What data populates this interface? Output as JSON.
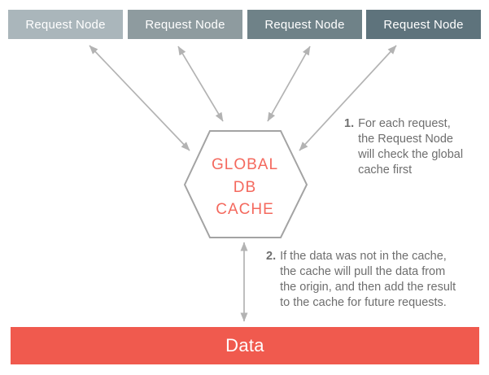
{
  "diagram": {
    "request_nodes": [
      {
        "label": "Request Node",
        "color": "#aab6bb"
      },
      {
        "label": "Request Node",
        "color": "#8e9b9f"
      },
      {
        "label": "Request Node",
        "color": "#6f8288"
      },
      {
        "label": "Request Node",
        "color": "#5e737c"
      }
    ],
    "hexagon": {
      "lines": [
        "GLOBAL",
        "DB",
        "CACHE"
      ],
      "text_color": "#f4695e",
      "border_color": "#a3a3a3",
      "fill": "#ffffff"
    },
    "annotations": {
      "note1": {
        "number": "1.",
        "lines": [
          "For each request,",
          "the Request Node",
          "will check the global",
          "cache first"
        ]
      },
      "note2": {
        "number": "2.",
        "lines": [
          "If the data was not in the cache,",
          "the cache will pull the data from",
          "the origin, and then add the result",
          "to the cache for future requests."
        ]
      }
    },
    "data_bar": {
      "label": "Data",
      "color": "#f05a4e",
      "text_color": "#ffffff"
    },
    "arrow_color": "#b3b3b3"
  }
}
